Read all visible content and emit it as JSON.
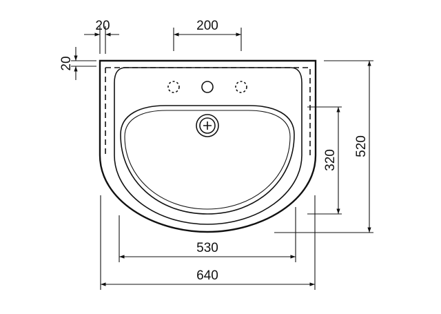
{
  "drawing": {
    "dimensions": {
      "gap": "20",
      "tap_spacing": "200",
      "rim": "20",
      "bowl_depth": "320",
      "total_depth": "520",
      "inner_width": "530",
      "total_width": "640"
    }
  },
  "colors": {
    "ink": "#111111",
    "paper": "#ffffff"
  }
}
